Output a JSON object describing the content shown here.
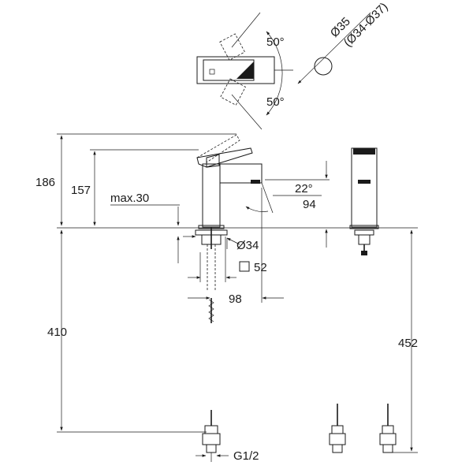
{
  "dimensions": {
    "top_angle": "50°",
    "bottom_angle": "50°",
    "hole_diameter": "Ø35",
    "hole_range": "(Ø34-Ø37)",
    "overall_height": "186",
    "handle_height": "157",
    "max_deck": "max.30",
    "spout_angle": "22°",
    "spout_height": "94",
    "shank_diameter": "Ø34",
    "base_square": "52",
    "spout_reach": "98",
    "below_deck": "410",
    "hose_length": "452",
    "thread": "G1/2"
  },
  "icons": [
    "arrow-icon",
    "square-symbol-icon",
    "tap-hole-circle-icon"
  ]
}
